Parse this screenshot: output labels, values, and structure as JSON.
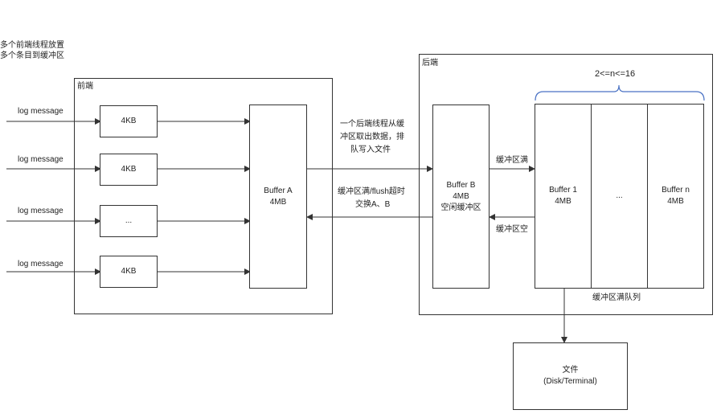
{
  "top_note": {
    "line1": "多个前端线程放置",
    "line2": "多个条目到缓冲区"
  },
  "frontend": {
    "title": "前端",
    "inputs": [
      "log message",
      "log message",
      "log message",
      "log message"
    ],
    "chunks": [
      "4KB",
      "4KB",
      "...",
      "4KB"
    ],
    "buffer_a": {
      "line1": "Buffer A",
      "line2": "4MB"
    }
  },
  "middle": {
    "top_note": {
      "line1": "一个后端线程从缓",
      "line2": "冲区取出数据，排",
      "line3": "队写入文件"
    },
    "swap_note": {
      "line1": "缓冲区满/flush超时",
      "line2": "交换A、B"
    }
  },
  "backend": {
    "title": "后端",
    "buffer_b": {
      "line1": "Buffer B",
      "line2": "4MB",
      "line3": "空闲缓冲区"
    },
    "full_label": "缓冲区满",
    "empty_label": "缓冲区空",
    "range_label": "2<=n<=16",
    "queue": [
      {
        "line1": "Buffer 1",
        "line2": "4MB"
      },
      {
        "line1": "...",
        "line2": ""
      },
      {
        "line1": "Buffer n",
        "line2": "4MB"
      }
    ],
    "queue_label": "缓冲区满队列"
  },
  "output": {
    "line1": "文件",
    "line2": "(Disk/Terminal)"
  },
  "colors": {
    "brace": "#4a72c4",
    "line": "#333333"
  }
}
